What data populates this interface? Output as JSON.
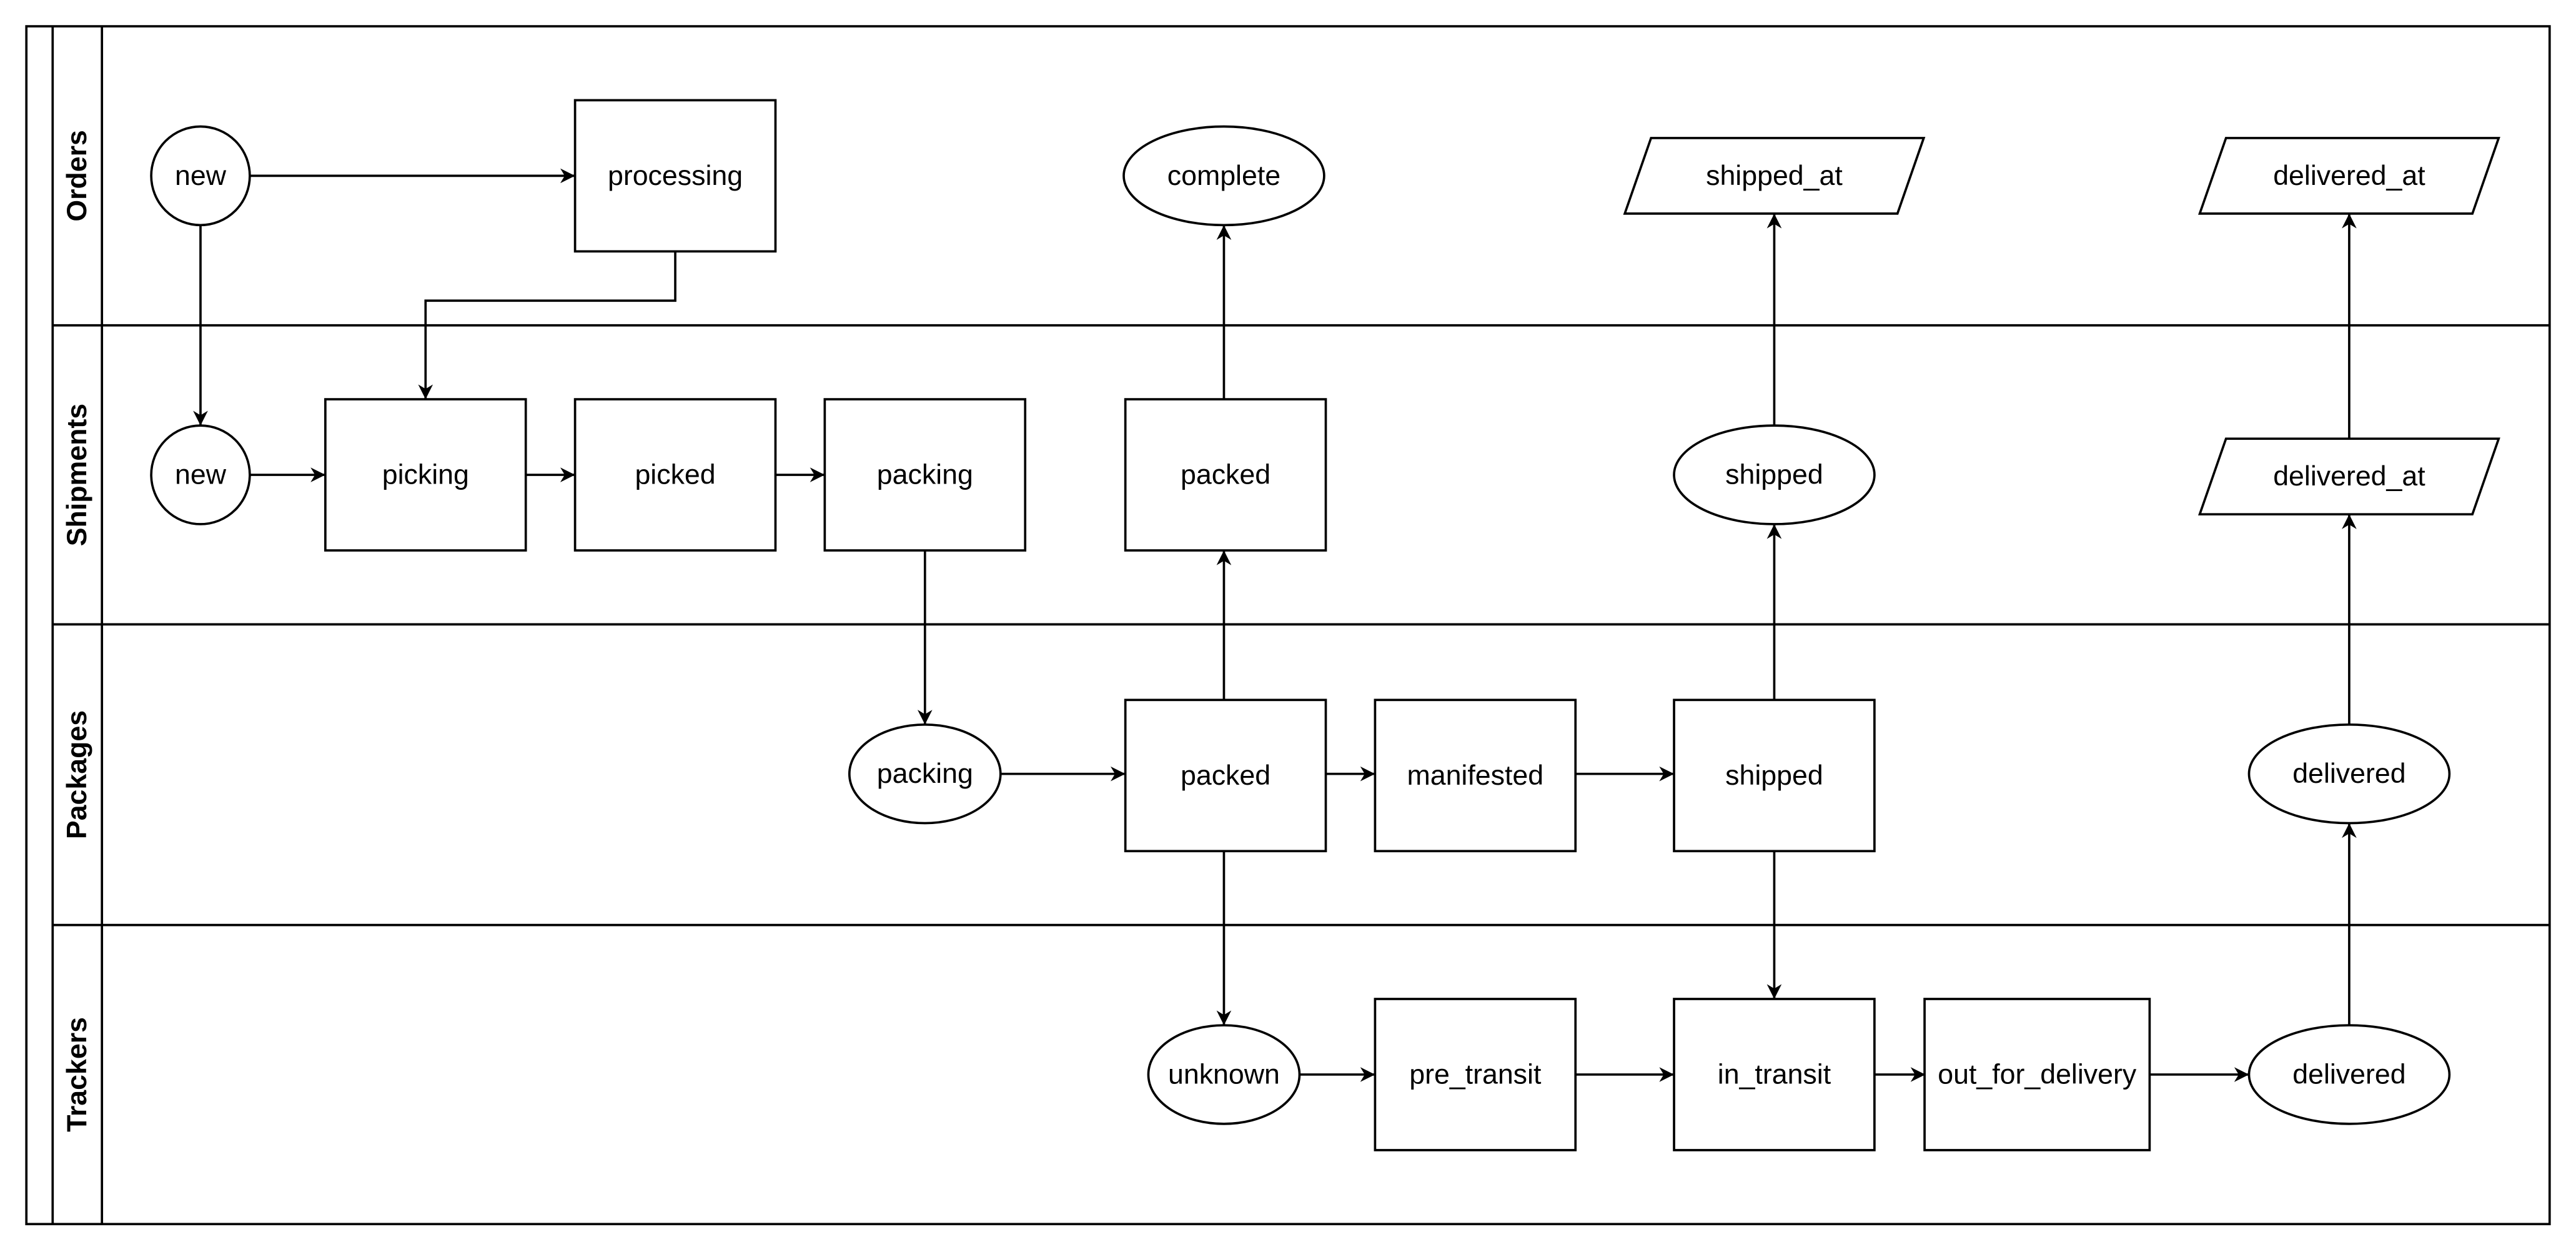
{
  "lanes": [
    {
      "id": "orders",
      "label": "Orders"
    },
    {
      "id": "shipments",
      "label": "Shipments"
    },
    {
      "id": "packages",
      "label": "Packages"
    },
    {
      "id": "trackers",
      "label": "Trackers"
    }
  ],
  "nodes": [
    {
      "id": "o_new",
      "lane": "orders",
      "label": "new",
      "shape": "circle"
    },
    {
      "id": "o_processing",
      "lane": "orders",
      "label": "processing",
      "shape": "rect"
    },
    {
      "id": "o_complete",
      "lane": "orders",
      "label": "complete",
      "shape": "ellipse"
    },
    {
      "id": "o_shipped_at",
      "lane": "orders",
      "label": "shipped_at",
      "shape": "parallelogram"
    },
    {
      "id": "o_delivered_at",
      "lane": "orders",
      "label": "delivered_at",
      "shape": "parallelogram"
    },
    {
      "id": "s_new",
      "lane": "shipments",
      "label": "new",
      "shape": "circle"
    },
    {
      "id": "s_picking",
      "lane": "shipments",
      "label": "picking",
      "shape": "rect"
    },
    {
      "id": "s_picked",
      "lane": "shipments",
      "label": "picked",
      "shape": "rect"
    },
    {
      "id": "s_packing",
      "lane": "shipments",
      "label": "packing",
      "shape": "rect"
    },
    {
      "id": "s_packed",
      "lane": "shipments",
      "label": "packed",
      "shape": "rect"
    },
    {
      "id": "s_shipped",
      "lane": "shipments",
      "label": "shipped",
      "shape": "ellipse"
    },
    {
      "id": "s_delivered_at",
      "lane": "shipments",
      "label": "delivered_at",
      "shape": "parallelogram"
    },
    {
      "id": "p_packing",
      "lane": "packages",
      "label": "packing",
      "shape": "ellipse"
    },
    {
      "id": "p_packed",
      "lane": "packages",
      "label": "packed",
      "shape": "rect"
    },
    {
      "id": "p_manifested",
      "lane": "packages",
      "label": "manifested",
      "shape": "rect"
    },
    {
      "id": "p_shipped",
      "lane": "packages",
      "label": "shipped",
      "shape": "rect"
    },
    {
      "id": "p_delivered",
      "lane": "packages",
      "label": "delivered",
      "shape": "ellipse"
    },
    {
      "id": "t_unknown",
      "lane": "trackers",
      "label": "unknown",
      "shape": "ellipse"
    },
    {
      "id": "t_pre_transit",
      "lane": "trackers",
      "label": "pre_transit",
      "shape": "rect"
    },
    {
      "id": "t_in_transit",
      "lane": "trackers",
      "label": "in_transit",
      "shape": "rect"
    },
    {
      "id": "t_out_for_delivery",
      "lane": "trackers",
      "label": "out_for_delivery",
      "shape": "rect"
    },
    {
      "id": "t_delivered",
      "lane": "trackers",
      "label": "delivered",
      "shape": "ellipse"
    }
  ],
  "edges": [
    {
      "from": "o_new",
      "to": "o_processing"
    },
    {
      "from": "o_new",
      "to": "s_new"
    },
    {
      "from": "o_processing",
      "to": "s_picking"
    },
    {
      "from": "s_new",
      "to": "s_picking"
    },
    {
      "from": "s_picking",
      "to": "s_picked"
    },
    {
      "from": "s_picked",
      "to": "s_packing"
    },
    {
      "from": "s_packing",
      "to": "p_packing"
    },
    {
      "from": "p_packing",
      "to": "p_packed"
    },
    {
      "from": "p_packed",
      "to": "s_packed"
    },
    {
      "from": "s_packed",
      "to": "o_complete"
    },
    {
      "from": "p_packed",
      "to": "p_manifested"
    },
    {
      "from": "p_manifested",
      "to": "p_shipped"
    },
    {
      "from": "p_shipped",
      "to": "s_shipped"
    },
    {
      "from": "s_shipped",
      "to": "o_shipped_at"
    },
    {
      "from": "p_shipped",
      "to": "t_in_transit"
    },
    {
      "from": "p_packed",
      "to": "t_unknown"
    },
    {
      "from": "t_unknown",
      "to": "t_pre_transit"
    },
    {
      "from": "t_pre_transit",
      "to": "t_in_transit"
    },
    {
      "from": "t_in_transit",
      "to": "t_out_for_delivery"
    },
    {
      "from": "t_out_for_delivery",
      "to": "t_delivered"
    },
    {
      "from": "t_delivered",
      "to": "p_delivered"
    },
    {
      "from": "p_delivered",
      "to": "s_delivered_at"
    },
    {
      "from": "s_delivered_at",
      "to": "o_delivered_at"
    }
  ]
}
